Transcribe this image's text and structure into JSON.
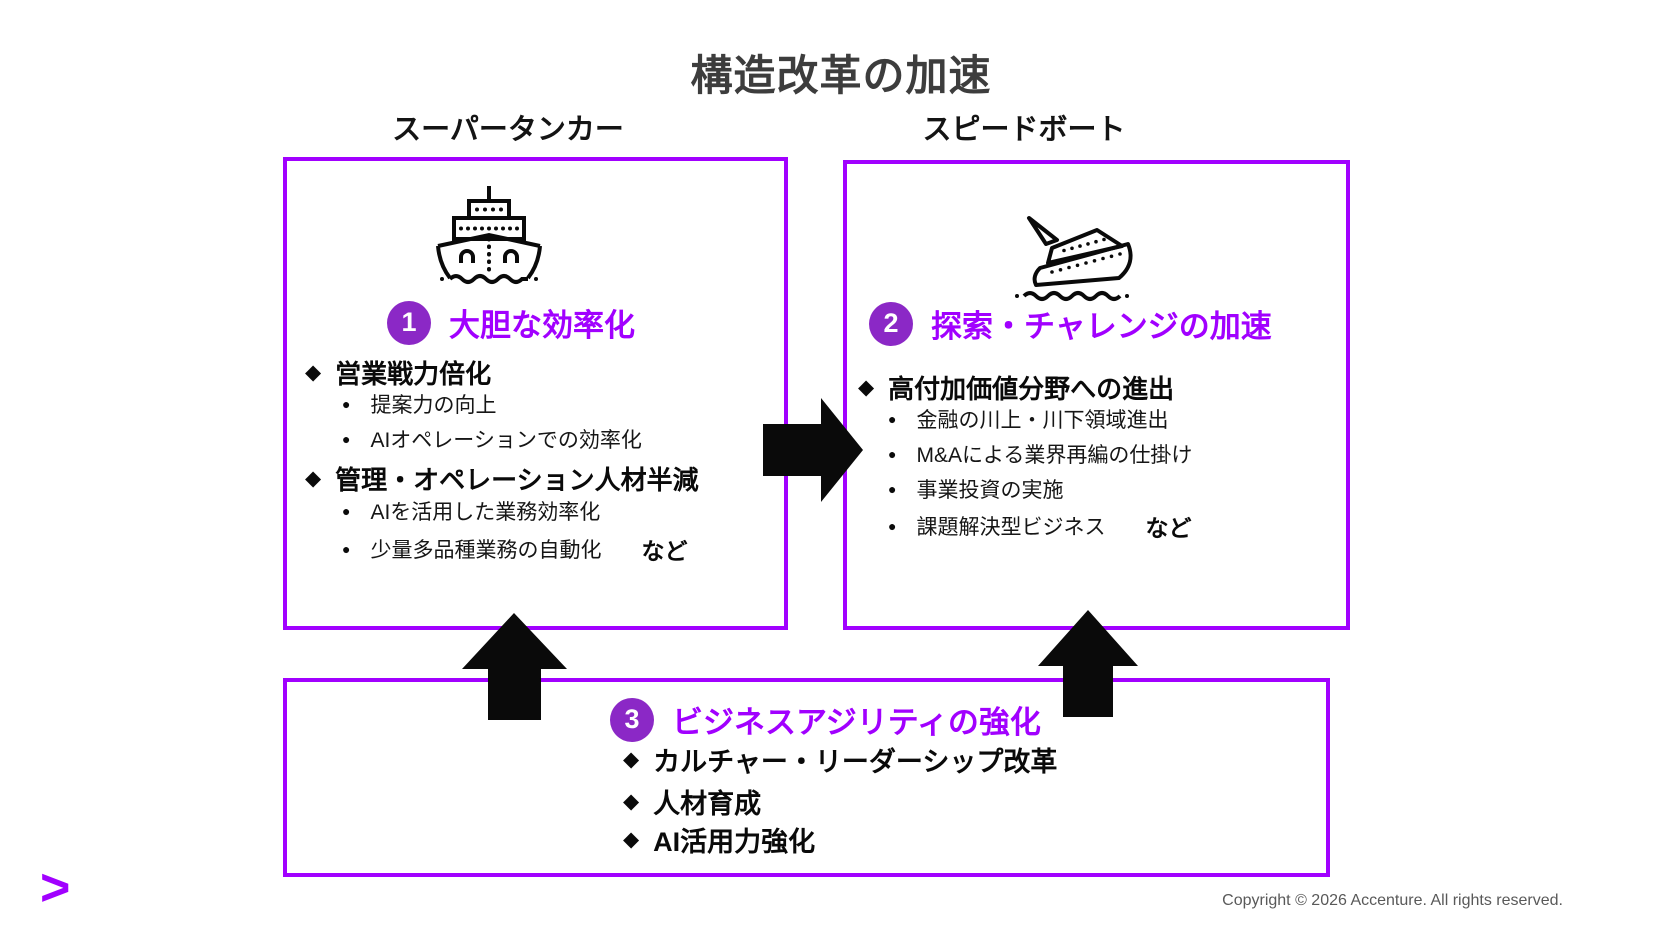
{
  "title": "構造改革の加速",
  "glyphs": {
    "diamond": "◆",
    "dot": "●"
  },
  "left": {
    "header": "スーパータンカー",
    "badge": "1",
    "heading": "大胆な効率化",
    "icon": "tanker-ship-icon",
    "groups": [
      {
        "label": "営業戦力倍化",
        "sub": [
          "提案力の向上",
          "AIオペレーションでの効率化"
        ]
      },
      {
        "label": "管理・オペレーション人材半減",
        "sub": [
          "AIを活用した業務効率化",
          "少量多品種業務の自動化"
        ]
      }
    ],
    "etc": "など"
  },
  "right": {
    "header": "スピードボート",
    "badge": "2",
    "heading": "探索・チャレンジの加速",
    "icon": "speedboat-icon",
    "groups": [
      {
        "label": "高付加価値分野への進出",
        "sub": [
          "金融の川上・川下領域進出",
          "M&Aによる業界再編の仕掛け",
          "事業投資の実施",
          "課題解決型ビジネス"
        ]
      }
    ],
    "etc": "など"
  },
  "bottom": {
    "badge": "3",
    "heading": "ビジネスアジリティの強化",
    "items": [
      "カルチャー・リーダーシップ改革",
      "人材育成",
      "AI活用力強化"
    ]
  },
  "arrows": [
    "right-arrow",
    "up-arrow-left",
    "up-arrow-right"
  ],
  "footer": {
    "logo": ">",
    "copyright": "Copyright © 2026 Accenture. All rights reserved."
  },
  "colors": {
    "accent_purple": "#A100FF",
    "badge_purple": "#8B28C6",
    "title_gray": "#3D3D3D",
    "body_black": "#0A0A0A",
    "copyright_gray": "#595959",
    "arrow_black": "#0A0A0A"
  }
}
